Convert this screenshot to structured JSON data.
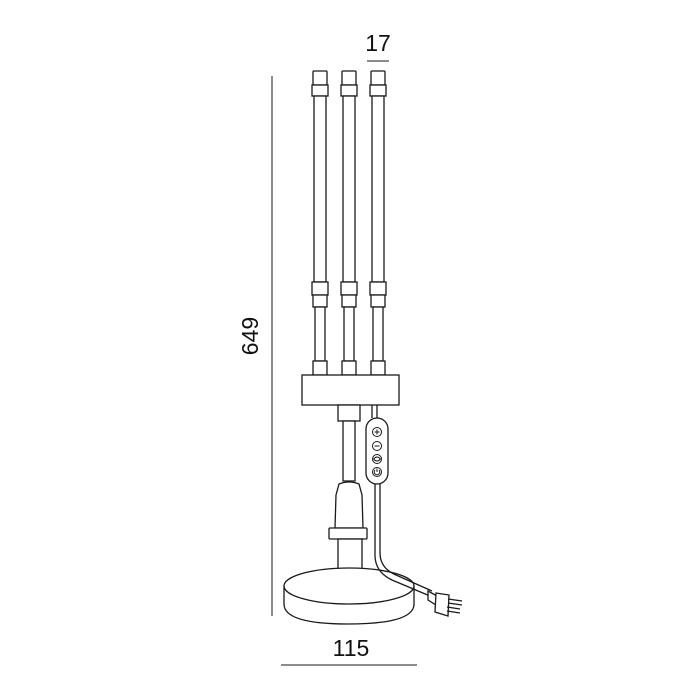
{
  "dimensions": {
    "top_width": "17",
    "height": "649",
    "base_width": "115"
  },
  "colors": {
    "line": "#1a1a1a",
    "background": "#ffffff"
  },
  "remote": {
    "buttons": [
      "plus-icon",
      "minus-icon",
      "color-cycle-icon",
      "power-icon"
    ]
  }
}
